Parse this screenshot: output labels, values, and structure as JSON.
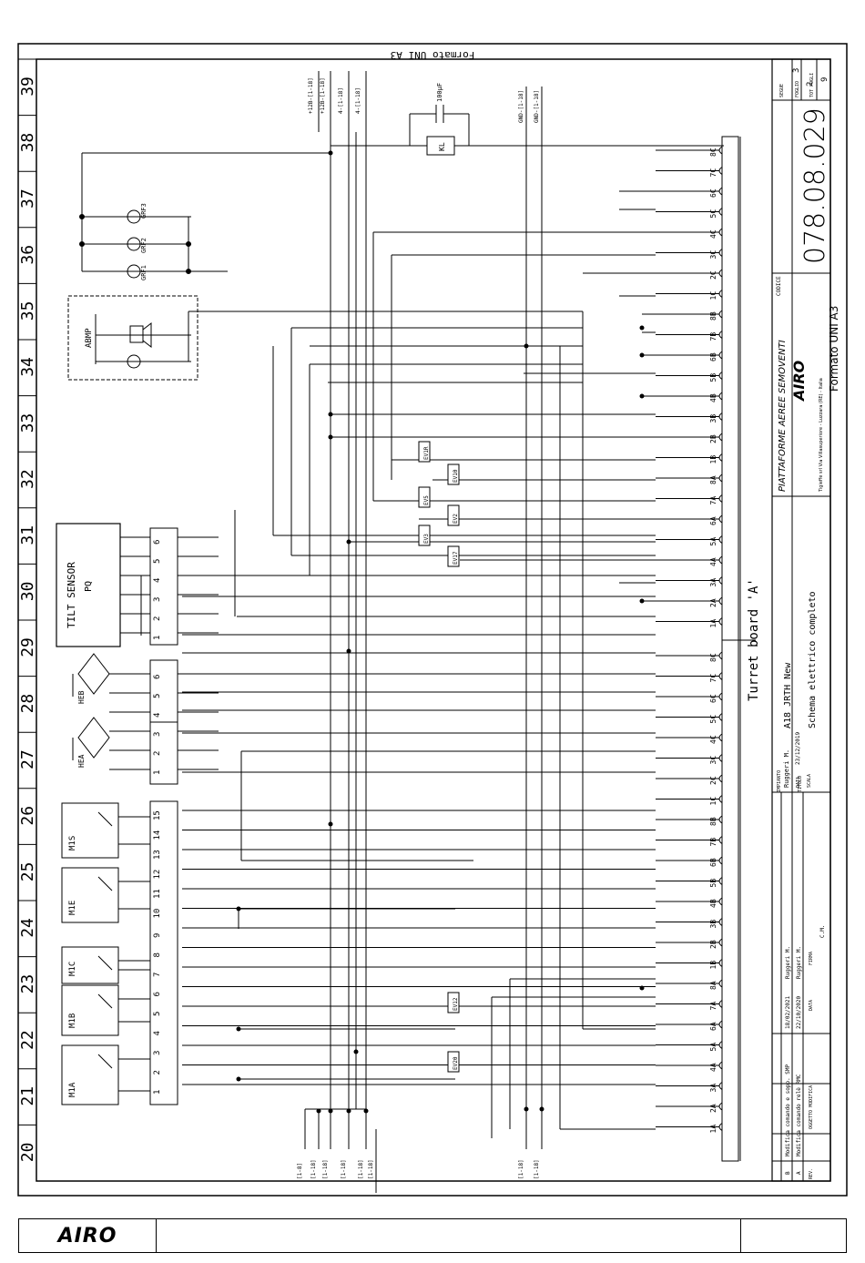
{
  "sheet": {
    "format_label": "Formato UNI A3",
    "column_numbers": [
      "39",
      "38",
      "37",
      "36",
      "35",
      "34",
      "33",
      "32",
      "31",
      "30",
      "29",
      "28",
      "27",
      "26",
      "25",
      "24",
      "23",
      "22",
      "21",
      "20"
    ]
  },
  "title_block": {
    "company": "PIATTAFORME AEREE SEMOVENTI",
    "brand": "AIRO",
    "address": "Tigieffe srl Via Villasuperiore - Luzzara (RE) - Italia",
    "code_label": "CODICE",
    "code": "078.08.029",
    "format": "Formato UNI A3",
    "foglio_label": "FOGLIO",
    "foglio": "2",
    "seguie_label": "SEGUE",
    "seguie": "3",
    "tot_fogli_label": "TOT FOGLI",
    "tot_fogli": "9",
    "impianto_label": "IMPIANTO",
    "impianto": "A18 JRTH New",
    "titolo_label": "TITOLO",
    "titolo": "Schema elettrico completo",
    "firma_label": "FIRMA",
    "firma": "Ruggeri M.",
    "data_label": "DATA",
    "data": "23/12/2019",
    "scala_label": "SCALA",
    "scala": "-",
    "revisions": [
      {
        "rev": "B",
        "desc": "Modifica comando e sopp. SMP",
        "date": "18/02/2021",
        "by": "Ruggeri M."
      },
      {
        "rev": "A",
        "desc": "Modifica comando relè RMC",
        "date": "22/10/2020",
        "by": "Ruggeri M."
      }
    ],
    "rev_header": "REV.",
    "oggetto_header": "OGGETTO MODIFICA",
    "data_header": "DATA",
    "firma_header": "FIRMA",
    "cm_label": "C.M."
  },
  "turret_board_label": "Turret board 'A'",
  "components": {
    "tilt_sensor": "TILT SENSOR",
    "tilt_code": "PQ",
    "abmp": "ABMP",
    "kl": "KL",
    "capacitor": "100µF",
    "hea": "HEA",
    "heb": "HEB",
    "switches": [
      "M1A",
      "M1B",
      "M1C",
      "M1E",
      "M1S"
    ],
    "valves": [
      "EV1R",
      "EV10",
      "EV5",
      "EV2",
      "EV3",
      "EV17",
      "EV12",
      "EV20"
    ],
    "grf": [
      "GRF1",
      "GRF2",
      "GRF3"
    ],
    "wire_top": [
      "+12B-[1-18]",
      "+12B-[1-18]",
      "4-[1-18]",
      "4-[1-18]"
    ],
    "wire_bottom": [
      "[1-8]",
      "[1-18]",
      "[1-18]",
      "[1-18]",
      "[1-18]",
      "[1-18]"
    ],
    "gnd_top": [
      "GND-[1-18]",
      "GND-[1-18]"
    ],
    "gnd_bottom": [
      "[1-18]",
      "[1-18]"
    ]
  },
  "connector_top_pins": [
    "8C",
    "7C",
    "6C",
    "5C",
    "4C",
    "3C",
    "2C",
    "1C",
    "8B",
    "7B",
    "6B",
    "5B",
    "4B",
    "3B",
    "2B",
    "1B",
    "8A",
    "7A",
    "6A",
    "5A",
    "4A",
    "3A",
    "2A",
    "1A"
  ],
  "connector_bottom_pins": [
    "8C",
    "7C",
    "6C",
    "5C",
    "4C",
    "3C",
    "2C",
    "1C",
    "8B",
    "7B",
    "6B",
    "5B",
    "4B",
    "3B",
    "2B",
    "1B",
    "8A",
    "7A",
    "6A",
    "5A",
    "4A",
    "3A",
    "2A",
    "1A"
  ],
  "tilt_pins": [
    "6",
    "5",
    "4",
    "3",
    "2",
    "1"
  ],
  "hea_pins": [
    "6",
    "5",
    "4",
    "3",
    "2",
    "1"
  ],
  "m1_pins": [
    "15",
    "14",
    "13",
    "12",
    "11",
    "10",
    "9",
    "8",
    "7",
    "6",
    "5",
    "4",
    "3",
    "2",
    "1"
  ],
  "footer": {
    "brand": "AIRO"
  }
}
